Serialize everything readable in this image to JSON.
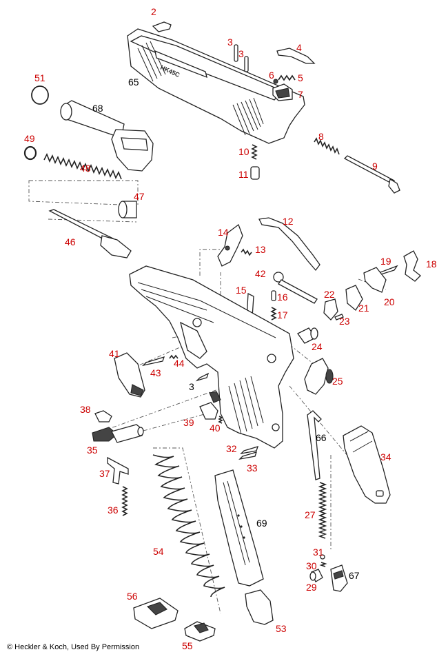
{
  "colors": {
    "label_red": "#cc0000",
    "label_black": "#000000",
    "line": "#222222",
    "background": "#ffffff"
  },
  "labels": [
    {
      "id": "p2",
      "text": "2",
      "color": "red"
    },
    {
      "id": "p3a",
      "text": "3",
      "color": "red"
    },
    {
      "id": "p3b",
      "text": "3",
      "color": "red"
    },
    {
      "id": "p4",
      "text": "4",
      "color": "red"
    },
    {
      "id": "p6",
      "text": "6",
      "color": "red"
    },
    {
      "id": "p5",
      "text": "5",
      "color": "red"
    },
    {
      "id": "p7",
      "text": "7",
      "color": "red"
    },
    {
      "id": "p65",
      "text": "65",
      "color": "black"
    },
    {
      "id": "p51",
      "text": "51",
      "color": "red"
    },
    {
      "id": "p68",
      "text": "68",
      "color": "black"
    },
    {
      "id": "p49",
      "text": "49",
      "color": "red"
    },
    {
      "id": "p48",
      "text": "48",
      "color": "red"
    },
    {
      "id": "p8",
      "text": "8",
      "color": "red"
    },
    {
      "id": "p10",
      "text": "10",
      "color": "red"
    },
    {
      "id": "p11",
      "text": "11",
      "color": "red"
    },
    {
      "id": "p9",
      "text": "9",
      "color": "red"
    },
    {
      "id": "p47",
      "text": "47",
      "color": "red"
    },
    {
      "id": "p46",
      "text": "46",
      "color": "red"
    },
    {
      "id": "p12",
      "text": "12",
      "color": "red"
    },
    {
      "id": "p14",
      "text": "14",
      "color": "red"
    },
    {
      "id": "p13",
      "text": "13",
      "color": "red"
    },
    {
      "id": "p19",
      "text": "19",
      "color": "red"
    },
    {
      "id": "p18",
      "text": "18",
      "color": "red"
    },
    {
      "id": "p42",
      "text": "42",
      "color": "red"
    },
    {
      "id": "p15",
      "text": "15",
      "color": "red"
    },
    {
      "id": "p16",
      "text": "16",
      "color": "red"
    },
    {
      "id": "p17",
      "text": "17",
      "color": "red"
    },
    {
      "id": "p22",
      "text": "22",
      "color": "red"
    },
    {
      "id": "p21",
      "text": "21",
      "color": "red"
    },
    {
      "id": "p20",
      "text": "20",
      "color": "red"
    },
    {
      "id": "p23",
      "text": "23",
      "color": "red"
    },
    {
      "id": "p24",
      "text": "24",
      "color": "red"
    },
    {
      "id": "p41",
      "text": "41",
      "color": "red"
    },
    {
      "id": "p44",
      "text": "44",
      "color": "red"
    },
    {
      "id": "p43",
      "text": "43",
      "color": "red"
    },
    {
      "id": "p3c",
      "text": "3",
      "color": "black"
    },
    {
      "id": "p25",
      "text": "25",
      "color": "red"
    },
    {
      "id": "p38",
      "text": "38",
      "color": "red"
    },
    {
      "id": "p39",
      "text": "39",
      "color": "red"
    },
    {
      "id": "p40",
      "text": "40",
      "color": "red"
    },
    {
      "id": "p35",
      "text": "35",
      "color": "red"
    },
    {
      "id": "p66",
      "text": "66",
      "color": "black"
    },
    {
      "id": "p32",
      "text": "32",
      "color": "red"
    },
    {
      "id": "p34",
      "text": "34",
      "color": "red"
    },
    {
      "id": "p33",
      "text": "33",
      "color": "red"
    },
    {
      "id": "p37",
      "text": "37",
      "color": "red"
    },
    {
      "id": "p36",
      "text": "36",
      "color": "red"
    },
    {
      "id": "p27",
      "text": "27",
      "color": "red"
    },
    {
      "id": "p69",
      "text": "69",
      "color": "black"
    },
    {
      "id": "p54",
      "text": "54",
      "color": "red"
    },
    {
      "id": "p31",
      "text": "31",
      "color": "red"
    },
    {
      "id": "p30",
      "text": "30",
      "color": "red"
    },
    {
      "id": "p67",
      "text": "67",
      "color": "black"
    },
    {
      "id": "p29",
      "text": "29",
      "color": "red"
    },
    {
      "id": "p56",
      "text": "56",
      "color": "red"
    },
    {
      "id": "p53",
      "text": "53",
      "color": "red"
    },
    {
      "id": "p55",
      "text": "55",
      "color": "red"
    }
  ],
  "slide_marking": "HK45C",
  "copyright": "© Heckler & Koch, Used By Permission"
}
